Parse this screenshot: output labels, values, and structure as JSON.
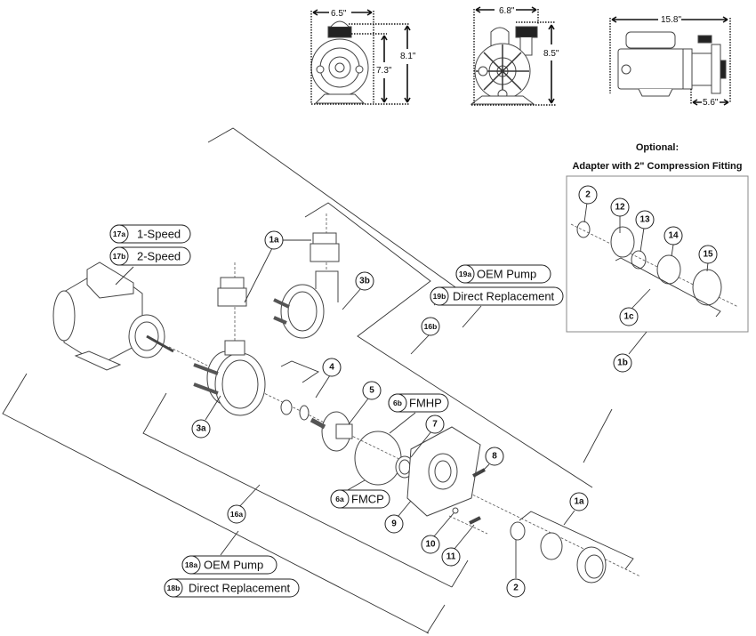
{
  "title": "Pump exploded parts diagram",
  "dimensions": {
    "view_front_1": {
      "width": "6.5\"",
      "body_height": "7.3\"",
      "total_height": "8.1\""
    },
    "view_front_2": {
      "width": "6.8\"",
      "height": "8.5\""
    },
    "view_side": {
      "length": "15.8\"",
      "wet_end_length": "5.6\""
    }
  },
  "optional_adapter": {
    "heading_line1": "Optional:",
    "heading_line2": "Adapter with 2\" Compression Fitting",
    "callouts": [
      "2",
      "12",
      "13",
      "14",
      "15",
      "1c"
    ],
    "group_callout": "1b"
  },
  "callouts": {
    "c1a_top": "1a",
    "c3b": "3b",
    "c3a": "3a",
    "c4": "4",
    "c5": "5",
    "c7": "7",
    "c8": "8",
    "c9": "9",
    "c10": "10",
    "c11": "11",
    "c2_bottom": "2",
    "c1a_bottom": "1a",
    "c16a": "16a",
    "c16b": "16b"
  },
  "labels": {
    "motor_1speed": {
      "code": "17a",
      "text": "1-Speed"
    },
    "motor_2speed": {
      "code": "17b",
      "text": "2-Speed"
    },
    "pump_19a": {
      "code": "19a",
      "text": "OEM Pump"
    },
    "pump_19b": {
      "code": "19b",
      "text": "Direct Replacement"
    },
    "pump_18a": {
      "code": "18a",
      "text": "OEM Pump"
    },
    "pump_18b": {
      "code": "18b",
      "text": "Direct Replacement"
    },
    "gasket_6b": {
      "code": "6b",
      "text": "FMHP"
    },
    "gasket_6a": {
      "code": "6a",
      "text": "FMCP"
    }
  }
}
